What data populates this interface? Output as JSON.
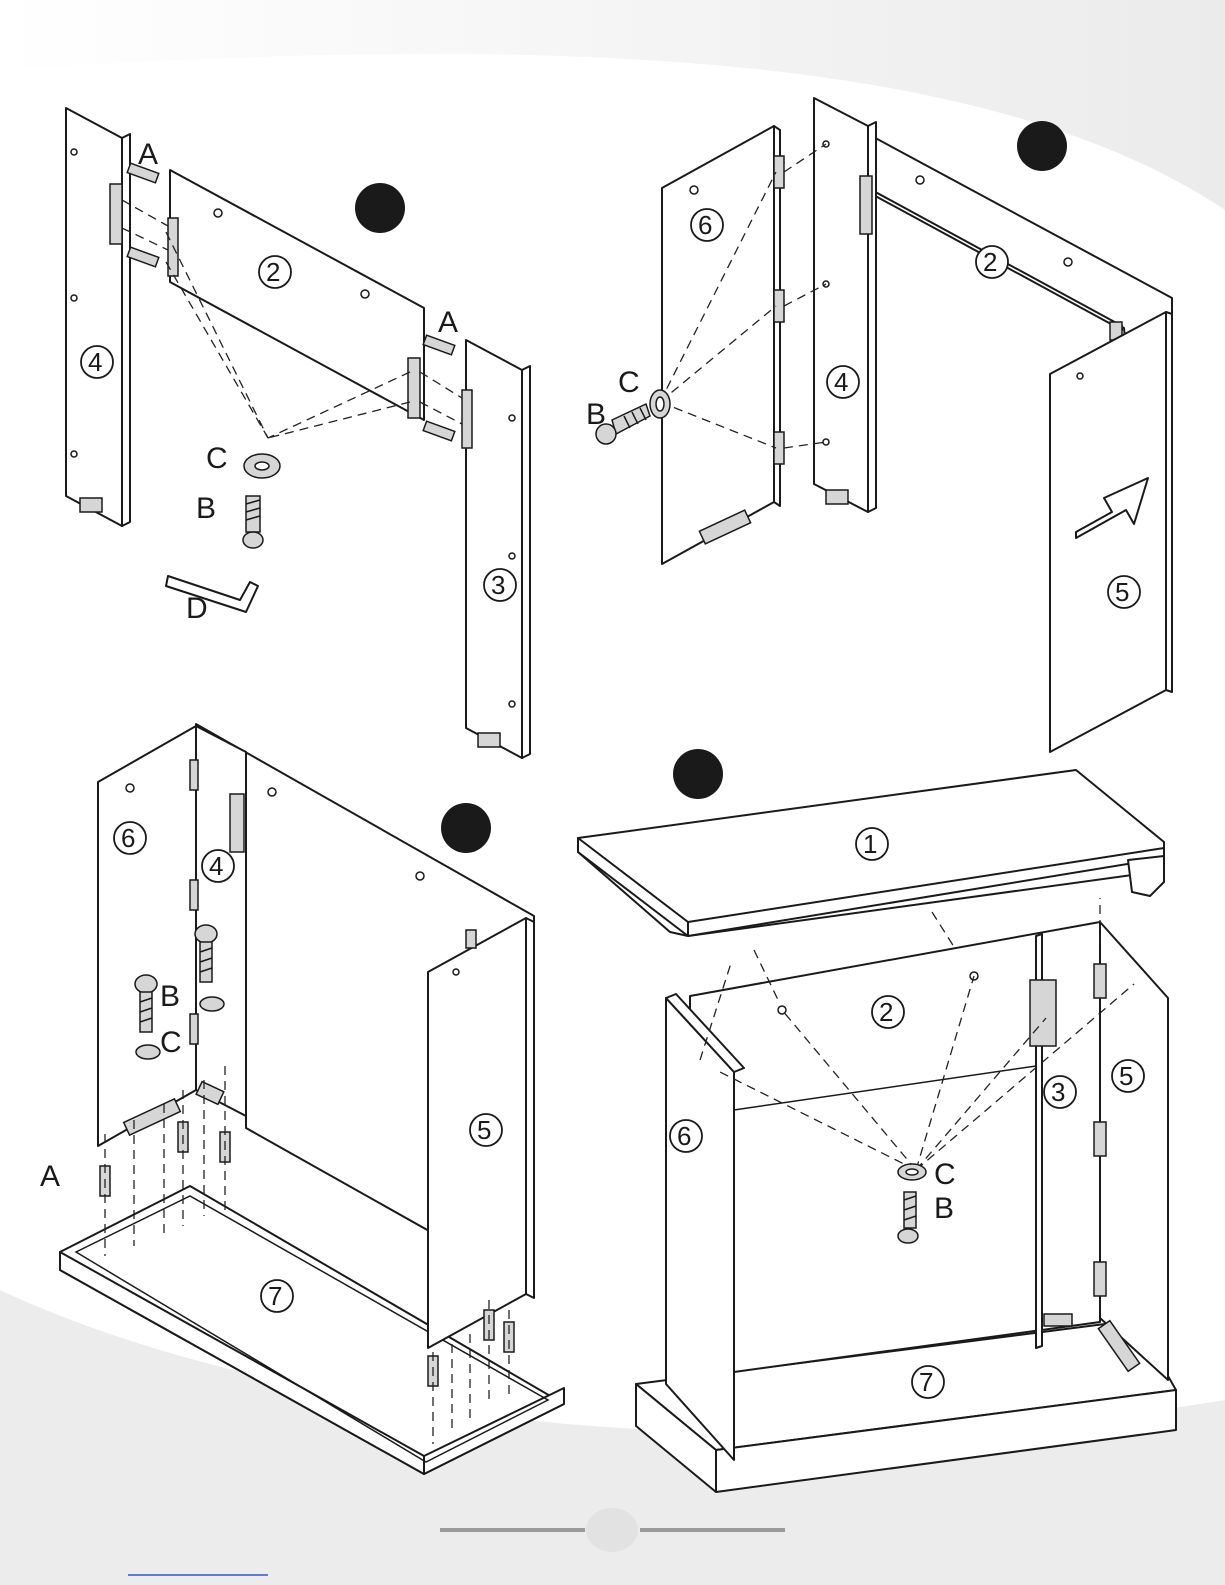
{
  "page": {
    "background_color": "#ffffff",
    "swoosh_color": "#ececec",
    "line_color": "#1a1a1a",
    "footer_rule_color": "#9a9a9a",
    "step_marker_color": "#1a1a1a"
  },
  "hardware": {
    "cam_bolt": "A",
    "screw": "B",
    "washer": "C",
    "allen_key": "D"
  },
  "panels": {
    "p1": "1",
    "p2": "2",
    "p3": "3",
    "p4": "4",
    "p5": "5",
    "p6": "6",
    "p7": "7"
  }
}
